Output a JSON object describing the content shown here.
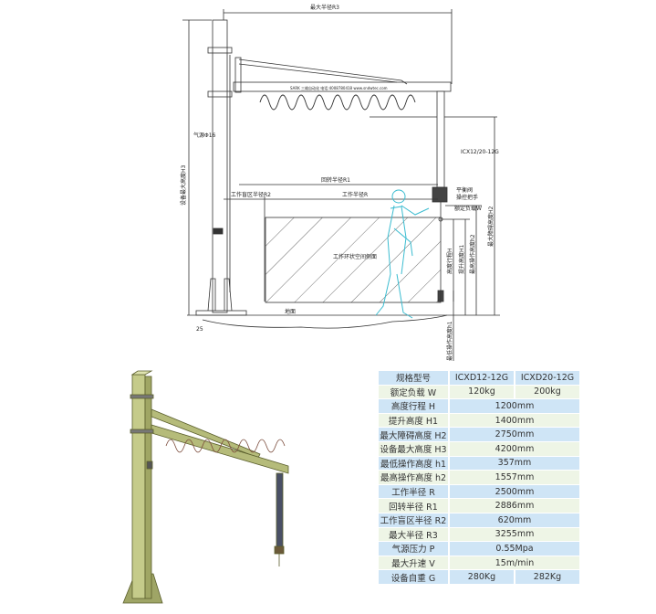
{
  "diagram": {
    "labels": {
      "r3": "最大半径R3",
      "company": "SARK 三维自动化 电话:4008780418    www.sndwtec.com",
      "air_pipe": "气源Φ16",
      "model": "ICX12/20-12G",
      "r1": "回转半径R1",
      "r2": "工作盲区半径R2",
      "r": "工作半径R",
      "balance_valve": "平衡阀",
      "handle": "操控把手",
      "load": "额定负载W",
      "work_area": "工作环状空间侧面",
      "ground": "地面",
      "h3": "设备最大高度H3",
      "h": "高度行程H",
      "h1_lift": "提升高度H1",
      "h2_op": "最高操作高度h2",
      "h2_obst": "最大障碍高度H2",
      "h1_op": "最低操作高度h1",
      "dim25": "25"
    }
  },
  "spec_table": {
    "header": [
      "规格型号",
      "ICXD12-12G",
      "ICXD20-12G"
    ],
    "rows": [
      [
        "额定负载 W",
        "120kg",
        "200kg"
      ],
      [
        "高度行程 H",
        "1200mm"
      ],
      [
        "提升高度 H1",
        "1400mm"
      ],
      [
        "最大障碍高度 H2",
        "2750mm"
      ],
      [
        "设备最大高度 H3",
        "4200mm"
      ],
      [
        "最低操作高度 h1",
        "357mm"
      ],
      [
        "最高操作高度 h2",
        "1557mm"
      ],
      [
        "工作半径 R",
        "2500mm"
      ],
      [
        "回转半径 R1",
        "2886mm"
      ],
      [
        "工作盲区半径 R2",
        "620mm"
      ],
      [
        "最大半径 R3",
        "3255mm"
      ],
      [
        "气源压力  P",
        "0.55Mpa"
      ],
      [
        "最大升速  V",
        "15m/min"
      ],
      [
        "设备自重 G",
        "280Kg",
        "282Kg"
      ]
    ]
  },
  "colors": {
    "crane": "#b5bb7a",
    "person": "#3bbcd0",
    "header_row": "#cfe5f6",
    "alt_row": "#eef5e6"
  }
}
